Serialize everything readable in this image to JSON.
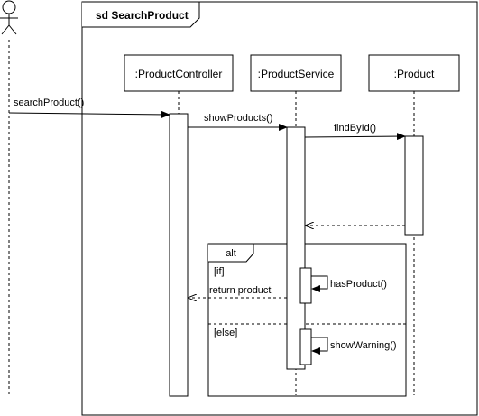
{
  "frame": {
    "title": "sd SearchProduct"
  },
  "lifelines": {
    "controller": ":ProductController",
    "service": ":ProductService",
    "product": ":Product"
  },
  "messages": {
    "searchProduct": "searchProduct()",
    "showProducts": "showProducts()",
    "findById": "findById()",
    "hasProduct": "hasProduct()",
    "returnProduct": "return product",
    "showWarning": "showWarning()"
  },
  "fragment": {
    "operator": "alt",
    "guard_if": "[if]",
    "guard_else": "[else]"
  }
}
